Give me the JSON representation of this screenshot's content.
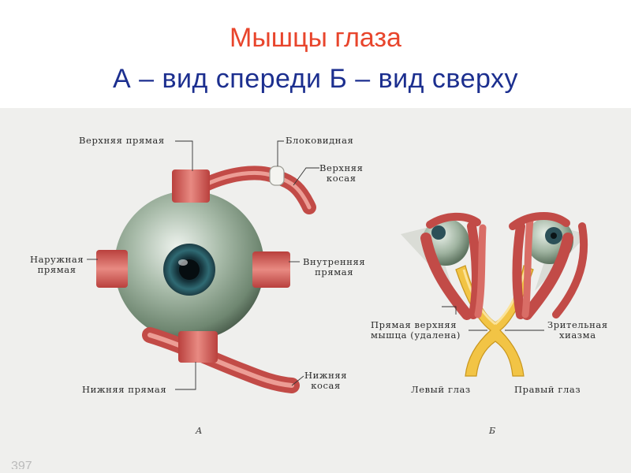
{
  "title": {
    "line1": "Мышцы глаза",
    "line2": "А – вид спереди    Б – вид сверху"
  },
  "figure_a": {
    "panel_letter": "А",
    "labels": {
      "superior_rectus": "Верхняя прямая",
      "trochlea": "Блоковидная",
      "superior_oblique": "Верхняя\nкосая",
      "lateral_rectus": "Наружная\nпрямая",
      "medial_rectus": "Внутренняя\nпрямая",
      "inferior_oblique": "Нижняя\nкосая",
      "inferior_rectus": "Нижняя прямая"
    }
  },
  "figure_b": {
    "panel_letter": "Б",
    "labels": {
      "superior_rectus_removed": "Прямая верхняя\nмышца (удалена)",
      "optic_chiasm": "Зрительная\nхиазма",
      "left_eye": "Левый глаз",
      "right_eye": "Правый глаз"
    }
  },
  "page_number": "397",
  "colors": {
    "title_red": "#e8452c",
    "title_blue": "#1c2f8f",
    "muscle": "#d9605c",
    "eyeball": "#7d9480",
    "iris": "#2a5a63",
    "optic_nerve": "#f0c23a"
  }
}
